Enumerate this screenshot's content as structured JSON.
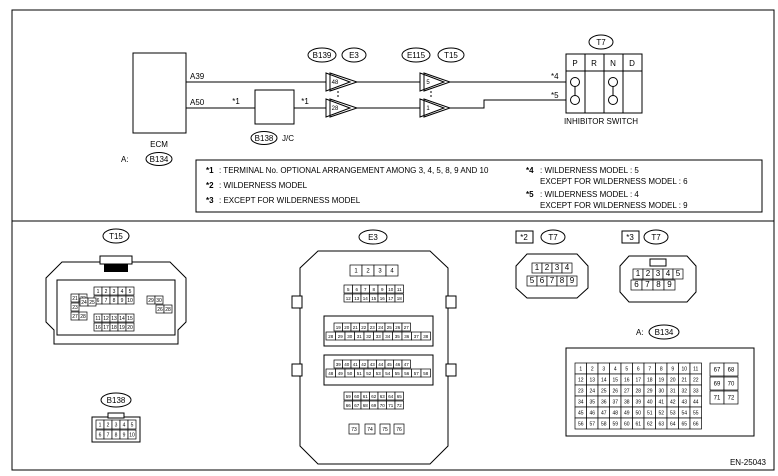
{
  "ecm": {
    "label": "ECM",
    "pin_a39": "A39",
    "pin_a50": "A50",
    "conn_ref": "A:",
    "conn_code": "B134"
  },
  "jc": {
    "code": "B138",
    "label": "J/C",
    "note_left": "*1",
    "note_right": "*1"
  },
  "e3_pair": {
    "tag1": "B139",
    "tag2": "E3",
    "pin_top": "48",
    "pin_bottom": "28"
  },
  "e115_pair": {
    "tag1": "E115",
    "tag2": "T15",
    "pin_top": "5",
    "pin_bottom": "1"
  },
  "switch": {
    "tag": "T7",
    "positions": [
      "P",
      "R",
      "N",
      "D"
    ],
    "note_top": "*4",
    "note_bottom": "*5",
    "label": "INHIBITOR SWITCH"
  },
  "notes": {
    "n1_mark": "*1",
    "n1_text": ": TERMINAL No. OPTIONAL ARRANGEMENT AMONG 3, 4, 5, 8, 9 AND 10",
    "n2_mark": "*2",
    "n2_text": ": WILDERNESS MODEL",
    "n3_mark": "*3",
    "n3_text": ": EXCEPT FOR WILDERNESS MODEL",
    "n4_mark": "*4",
    "n4_text": ": WILDERNESS MODEL : 5",
    "n4_text2": "EXCEPT FOR WILDERNESS MODEL : 6",
    "n5_mark": "*5",
    "n5_text": ": WILDERNESS MODEL : 4",
    "n5_text2": "EXCEPT FOR WILDERNESS MODEL : 9"
  },
  "connectors": {
    "t15": {
      "tag": "T15",
      "row1": [
        "1",
        "2",
        "3",
        "4",
        "5"
      ],
      "row2": [
        "6",
        "7",
        "8",
        "9",
        "10"
      ],
      "left_top": [
        "21",
        "22"
      ],
      "left_mid": "23",
      "left_col2": [
        "24",
        "25"
      ],
      "left_bottom": [
        "27",
        "28"
      ],
      "right_top": [
        "29",
        "30"
      ],
      "right_mid": [
        "26",
        "28"
      ],
      "mid_row1": [
        "11",
        "12",
        "13",
        "14",
        "15"
      ],
      "mid_row2": [
        "16",
        "17",
        "18",
        "19",
        "20"
      ]
    },
    "e3": {
      "tag": "E3",
      "top": [
        "1",
        "2",
        "3",
        "4"
      ],
      "r1": [
        "5",
        "6",
        "7",
        "8",
        "9",
        "10",
        "11"
      ],
      "r2": [
        "12",
        "13",
        "14",
        "15",
        "16",
        "17",
        "18"
      ],
      "r3": [
        "19",
        "20",
        "21",
        "22",
        "23",
        "24",
        "25",
        "26",
        "27"
      ],
      "r4": [
        "28",
        "29",
        "30",
        "31",
        "32",
        "33",
        "34",
        "35",
        "36",
        "37",
        "38"
      ],
      "r5": [
        "39",
        "40",
        "41",
        "42",
        "43",
        "44",
        "45",
        "46",
        "47"
      ],
      "r6": [
        "48",
        "49",
        "50",
        "51",
        "52",
        "53",
        "54",
        "55",
        "56",
        "57",
        "58"
      ],
      "r7": [
        "59",
        "60",
        "61",
        "62",
        "63",
        "64",
        "65"
      ],
      "r8": [
        "66",
        "67",
        "68",
        "69",
        "70",
        "71",
        "72"
      ],
      "bottom": [
        "73",
        "74",
        "75",
        "76"
      ]
    },
    "t7_a": {
      "note": "*2",
      "tag": "T7",
      "row1": [
        "1",
        "2",
        "3",
        "4"
      ],
      "row2": [
        "5",
        "6",
        "7",
        "8",
        "9"
      ]
    },
    "t7_b": {
      "note": "*3",
      "tag": "T7",
      "row1": [
        "1",
        "2",
        "3",
        "4",
        "5"
      ],
      "row2": [
        "6",
        "7",
        "8",
        "9"
      ]
    },
    "b138": {
      "tag": "B138",
      "row1": [
        "1",
        "2",
        "3",
        "4",
        "5"
      ],
      "row2": [
        "6",
        "7",
        "8",
        "9",
        "10"
      ]
    },
    "b134": {
      "ref": "A:",
      "tag": "B134",
      "rows": [
        [
          "1",
          "2",
          "3",
          "4",
          "5",
          "6",
          "7",
          "8",
          "9",
          "10",
          "11"
        ],
        [
          "12",
          "13",
          "14",
          "15",
          "16",
          "17",
          "18",
          "19",
          "20",
          "21",
          "22"
        ],
        [
          "23",
          "24",
          "25",
          "26",
          "27",
          "28",
          "29",
          "30",
          "31",
          "32",
          "33"
        ],
        [
          "34",
          "35",
          "36",
          "37",
          "38",
          "39",
          "40",
          "41",
          "42",
          "43",
          "44"
        ],
        [
          "45",
          "46",
          "47",
          "48",
          "49",
          "50",
          "51",
          "52",
          "53",
          "54",
          "55"
        ],
        [
          "56",
          "57",
          "58",
          "59",
          "60",
          "61",
          "62",
          "63",
          "64",
          "65",
          "66"
        ]
      ],
      "side": [
        [
          "67",
          "68"
        ],
        [
          "69",
          "70"
        ],
        [
          "71",
          "72"
        ]
      ]
    }
  },
  "footer_code": "EN-25043"
}
